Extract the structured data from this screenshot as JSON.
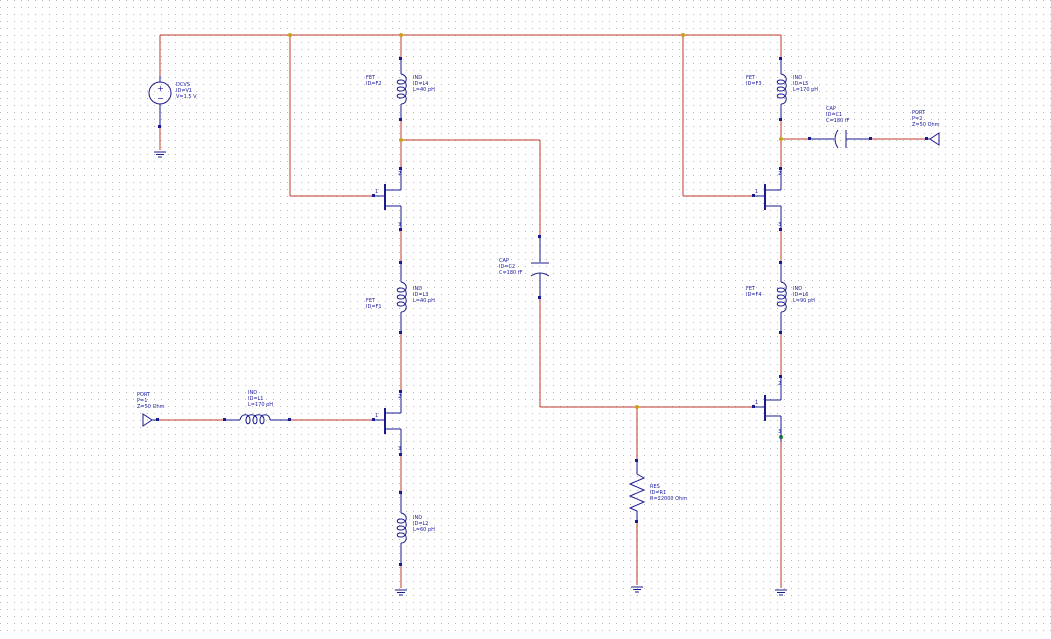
{
  "schematic": {
    "components": [
      {
        "id": "dcvs",
        "lines": [
          "DCVS",
          "ID=V1",
          "V=1.5 V"
        ]
      },
      {
        "id": "fet2",
        "lines": [
          "FET",
          "ID=F2"
        ]
      },
      {
        "id": "ind_l4",
        "lines": [
          "IND",
          "ID=L4",
          "L=40 pH"
        ]
      },
      {
        "id": "fet3",
        "lines": [
          "FET",
          "ID=F3"
        ]
      },
      {
        "id": "ind_l5",
        "lines": [
          "IND",
          "ID=L5",
          "L=170 pH"
        ]
      },
      {
        "id": "cap_c1",
        "lines": [
          "CAP",
          "ID=C1",
          "C=180 fF"
        ]
      },
      {
        "id": "port2",
        "lines": [
          "PORT",
          "P=2",
          "Z=50 Ohm"
        ]
      },
      {
        "id": "cap_c2",
        "lines": [
          "CAP",
          "ID=C2",
          "C=180 fF"
        ]
      },
      {
        "id": "fet1",
        "lines": [
          "FET",
          "ID=F1"
        ]
      },
      {
        "id": "ind_l3",
        "lines": [
          "IND",
          "ID=L3",
          "L=40 pH"
        ]
      },
      {
        "id": "fet4",
        "lines": [
          "FET",
          "ID=F4"
        ]
      },
      {
        "id": "ind_l6",
        "lines": [
          "IND",
          "ID=L6",
          "L=90 pH"
        ]
      },
      {
        "id": "port1",
        "lines": [
          "PORT",
          "P=1",
          "Z=50 Ohm"
        ]
      },
      {
        "id": "ind_l1",
        "lines": [
          "IND",
          "ID=L1",
          "L=170 pH"
        ]
      },
      {
        "id": "res_r1",
        "lines": [
          "RES",
          "ID=R1",
          "R=22000 Ohm"
        ]
      },
      {
        "id": "ind_l2",
        "lines": [
          "IND",
          "ID=L2",
          "L=60 pH"
        ]
      }
    ],
    "pin_numbers": {
      "one": "1",
      "two": "2",
      "three": "3"
    },
    "colors": {
      "wire": "#c0392b",
      "component": "#1a1a90",
      "junction": "#c8a21a",
      "grid": "#b8b8b8"
    }
  }
}
